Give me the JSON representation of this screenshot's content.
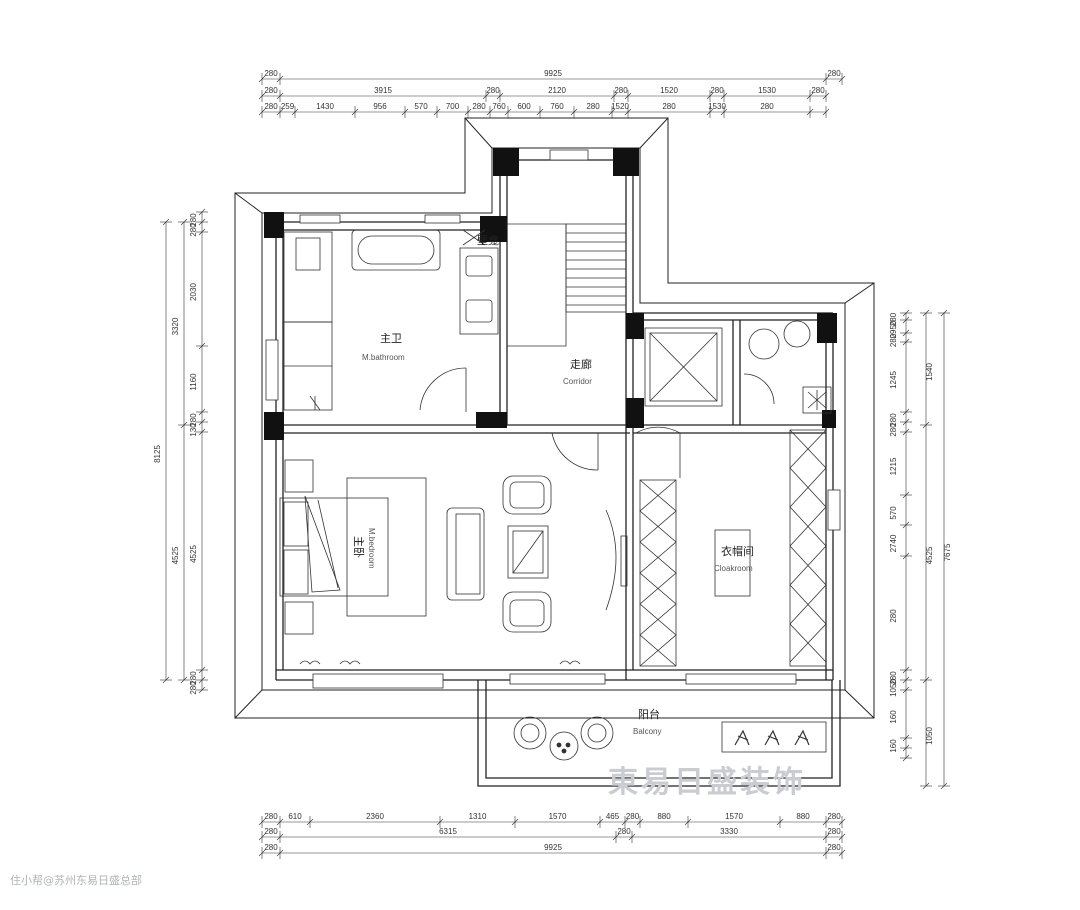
{
  "rooms": {
    "master_bath": {
      "cn": "主卫",
      "en": "M.bathroom"
    },
    "corridor": {
      "cn": "走廊",
      "en": "Corridor"
    },
    "master_bed": {
      "cn": "主卧",
      "en": "M.bedroom"
    },
    "cloakroom": {
      "cn": "衣帽间",
      "en": "Cloakroom"
    },
    "balcony": {
      "cn": "阳台",
      "en": "Balcony"
    },
    "niche": {
      "cn": "壁龛"
    }
  },
  "dims": {
    "top": {
      "overall": [
        "280",
        "9925",
        "280"
      ],
      "row2": [
        "280",
        "3915",
        "280",
        "2120",
        "280",
        "1520",
        "280",
        "1530",
        "280"
      ],
      "row3": [
        "280",
        "259",
        "1430",
        "956",
        "570",
        "700",
        "280",
        "760",
        "600",
        "760",
        "280",
        "1520",
        "280",
        "1530",
        "280"
      ]
    },
    "bottom": {
      "row1": [
        "280",
        "610",
        "2360",
        "1310",
        "1570",
        "465",
        "280",
        "880",
        "1570",
        "880",
        "280"
      ],
      "row2": [
        "280",
        "6315",
        "280",
        "3330",
        "280"
      ],
      "overall": [
        "280",
        "9925",
        "280"
      ]
    },
    "left": {
      "outer": [
        "8125"
      ],
      "mid": [
        "3320",
        "4525"
      ],
      "inner": [
        "280",
        "280",
        "2030",
        "1160",
        "280",
        "130",
        "4525",
        "280",
        "280"
      ]
    },
    "right": {
      "outer": [
        "7675"
      ],
      "mid": [
        "1540",
        "4525",
        "1050"
      ],
      "inner": [
        "280",
        "2950",
        "280",
        "1245",
        "280",
        "280",
        "1215",
        "570",
        "2740",
        "280",
        "280",
        "1050",
        "160",
        "160"
      ]
    }
  },
  "watermark": "東易日盛装饰",
  "credit": "住小帮@苏州东易日盛总部"
}
